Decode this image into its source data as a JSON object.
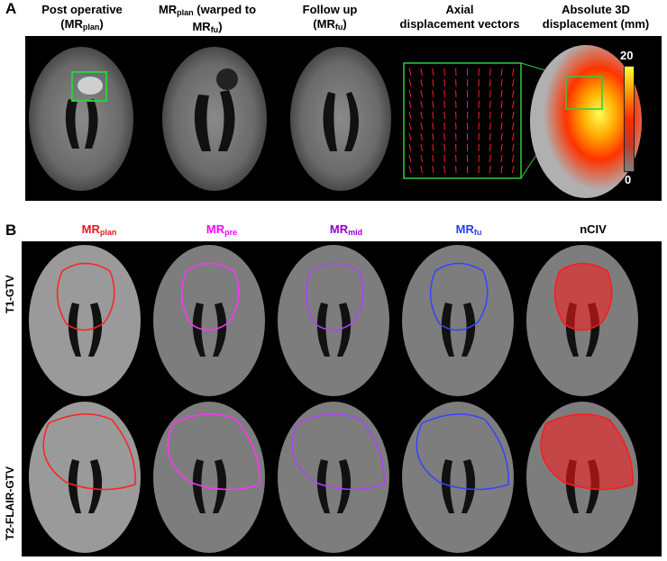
{
  "panel_a": {
    "letter": "A",
    "headers": [
      {
        "main": "Post operative",
        "line2_pre": "(MR",
        "sub": "plan",
        "line2_post": ")"
      },
      {
        "main_pre": "MR",
        "main_sub": "plan",
        "main_post": " (warped to",
        "line2_pre": "MR",
        "sub": "fu",
        "line2_post": ")"
      },
      {
        "main": "Follow up",
        "line2_pre": "(MR",
        "sub": "fu",
        "line2_post": ")"
      },
      {
        "main": "Axial",
        "line2_pre": "displacement vectors",
        "sub": "",
        "line2_post": ""
      },
      {
        "main": "Absolute 3D",
        "line2_pre": "displacement (mm)",
        "sub": "",
        "line2_post": ""
      }
    ],
    "colorbar": {
      "max": "20",
      "min": "0",
      "colors": [
        "#808080",
        "#c0392b",
        "#ff2a00",
        "#ff9900",
        "#ffff33"
      ]
    },
    "highlight_color": "#2ecc40"
  },
  "panel_b": {
    "letter": "B",
    "headers": [
      {
        "pre": "MR",
        "sub": "plan",
        "color": "#e8161b"
      },
      {
        "pre": "MR",
        "sub": "pre",
        "color": "#ff00ff"
      },
      {
        "pre": "MR",
        "sub": "mid",
        "color": "#9400d3"
      },
      {
        "pre": "MR",
        "sub": "fu",
        "color": "#2a3cff"
      },
      {
        "pre": "nCIV",
        "sub": "",
        "color": "#000000"
      }
    ],
    "rows": [
      "T1-GTV",
      "T2-FLAIR-GTV"
    ],
    "contour_colors": {
      "plan": "#ff2020",
      "pre": "#ff33ff",
      "mid": "#b040ff",
      "fu": "#3344ff",
      "nciv": "#ff1a1a"
    }
  }
}
